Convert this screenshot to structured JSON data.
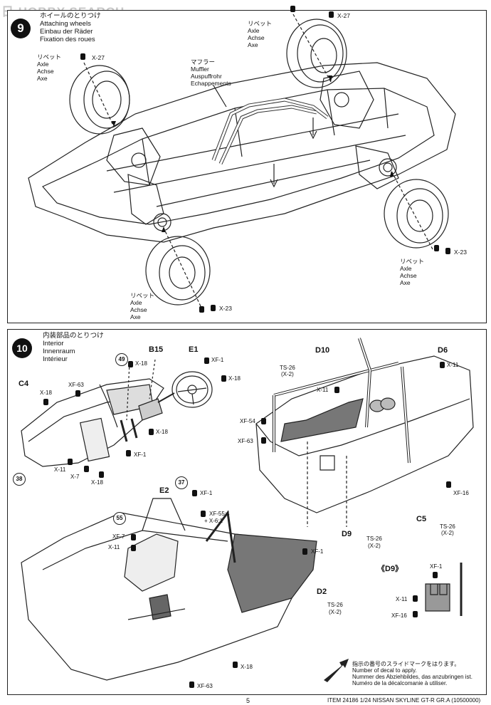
{
  "watermark": {
    "text": "HOBBY SEARCH",
    "prefix": "日"
  },
  "step9": {
    "number": "9",
    "title_jp": "ホイールのとりつけ",
    "title_en": "Attaching wheels",
    "title_de": "Einbau der Räder",
    "title_fr": "Fixation des roues",
    "muffler": {
      "jp": "マフラー",
      "en": "Muffler",
      "de": "Auspuffrohr",
      "fr": "Echappements"
    },
    "rivet": {
      "jp": "リベット",
      "en": "Axle",
      "de": "Achse",
      "fr": "Axe"
    },
    "parts": {
      "tl": "X-27",
      "tr": "X-27",
      "br": "X-23",
      "bl": "X-23"
    }
  },
  "step10": {
    "number": "10",
    "title_jp": "内装部品のとりつけ",
    "title_en": "Interior",
    "title_de": "Innenraum",
    "title_fr": "Intérieur",
    "labels": {
      "B15": "B15",
      "E1": "E1",
      "C4": "C4",
      "D10": "D10",
      "D6": "D6",
      "E2": "E2",
      "C5": "C5",
      "D9": "D9",
      "D2": "D2",
      "D9_box": "《D9》"
    },
    "decals": [
      "49",
      "38",
      "37",
      "55"
    ],
    "parts": {
      "x18a": "X-18",
      "xf1a": "XF-1",
      "x18b": "X-18",
      "x18c": "X-18",
      "xf63a": "XF-63",
      "x18d": "X-18",
      "xf1b": "XF-1",
      "x11a": "X-11",
      "x7a": "X-7",
      "x18e": "X-18",
      "ts26a": "TS-26",
      "x2a": "(X-2)",
      "x11b": "X-11",
      "x11c": "X-11",
      "xf54": "XF-54",
      "xf63b": "XF-63",
      "xf16a": "XF-16",
      "ts26b": "TS-26",
      "x2b": "(X-2)",
      "ts26c": "TS-26",
      "x2c": "(X-2)",
      "xf1c": "XF-1",
      "xf554": "XF-55:4",
      "x61": "+ X-6:1",
      "xf7": "XF-7",
      "x11d": "X-11",
      "xf1d": "XF-1",
      "ts26d": "TS-26",
      "x2d": "(X-2)",
      "xf1e": "XF-1",
      "x11e": "X-11",
      "xf16b": "XF-16",
      "x18f": "X-18",
      "xf63c": "XF-63"
    },
    "note": {
      "jp": "指示の番号のスライドマークをはります。",
      "en": "Number of decal to apply.",
      "de": "Nummer des Abziehbildes, das anzubringen ist.",
      "fr": "Numéro de la décalcomanie à utiliser."
    }
  },
  "footer": {
    "page": "5",
    "item": "ITEM 24186 1/24 NISSAN SKYLINE GT-R GR.A (10500000)"
  }
}
